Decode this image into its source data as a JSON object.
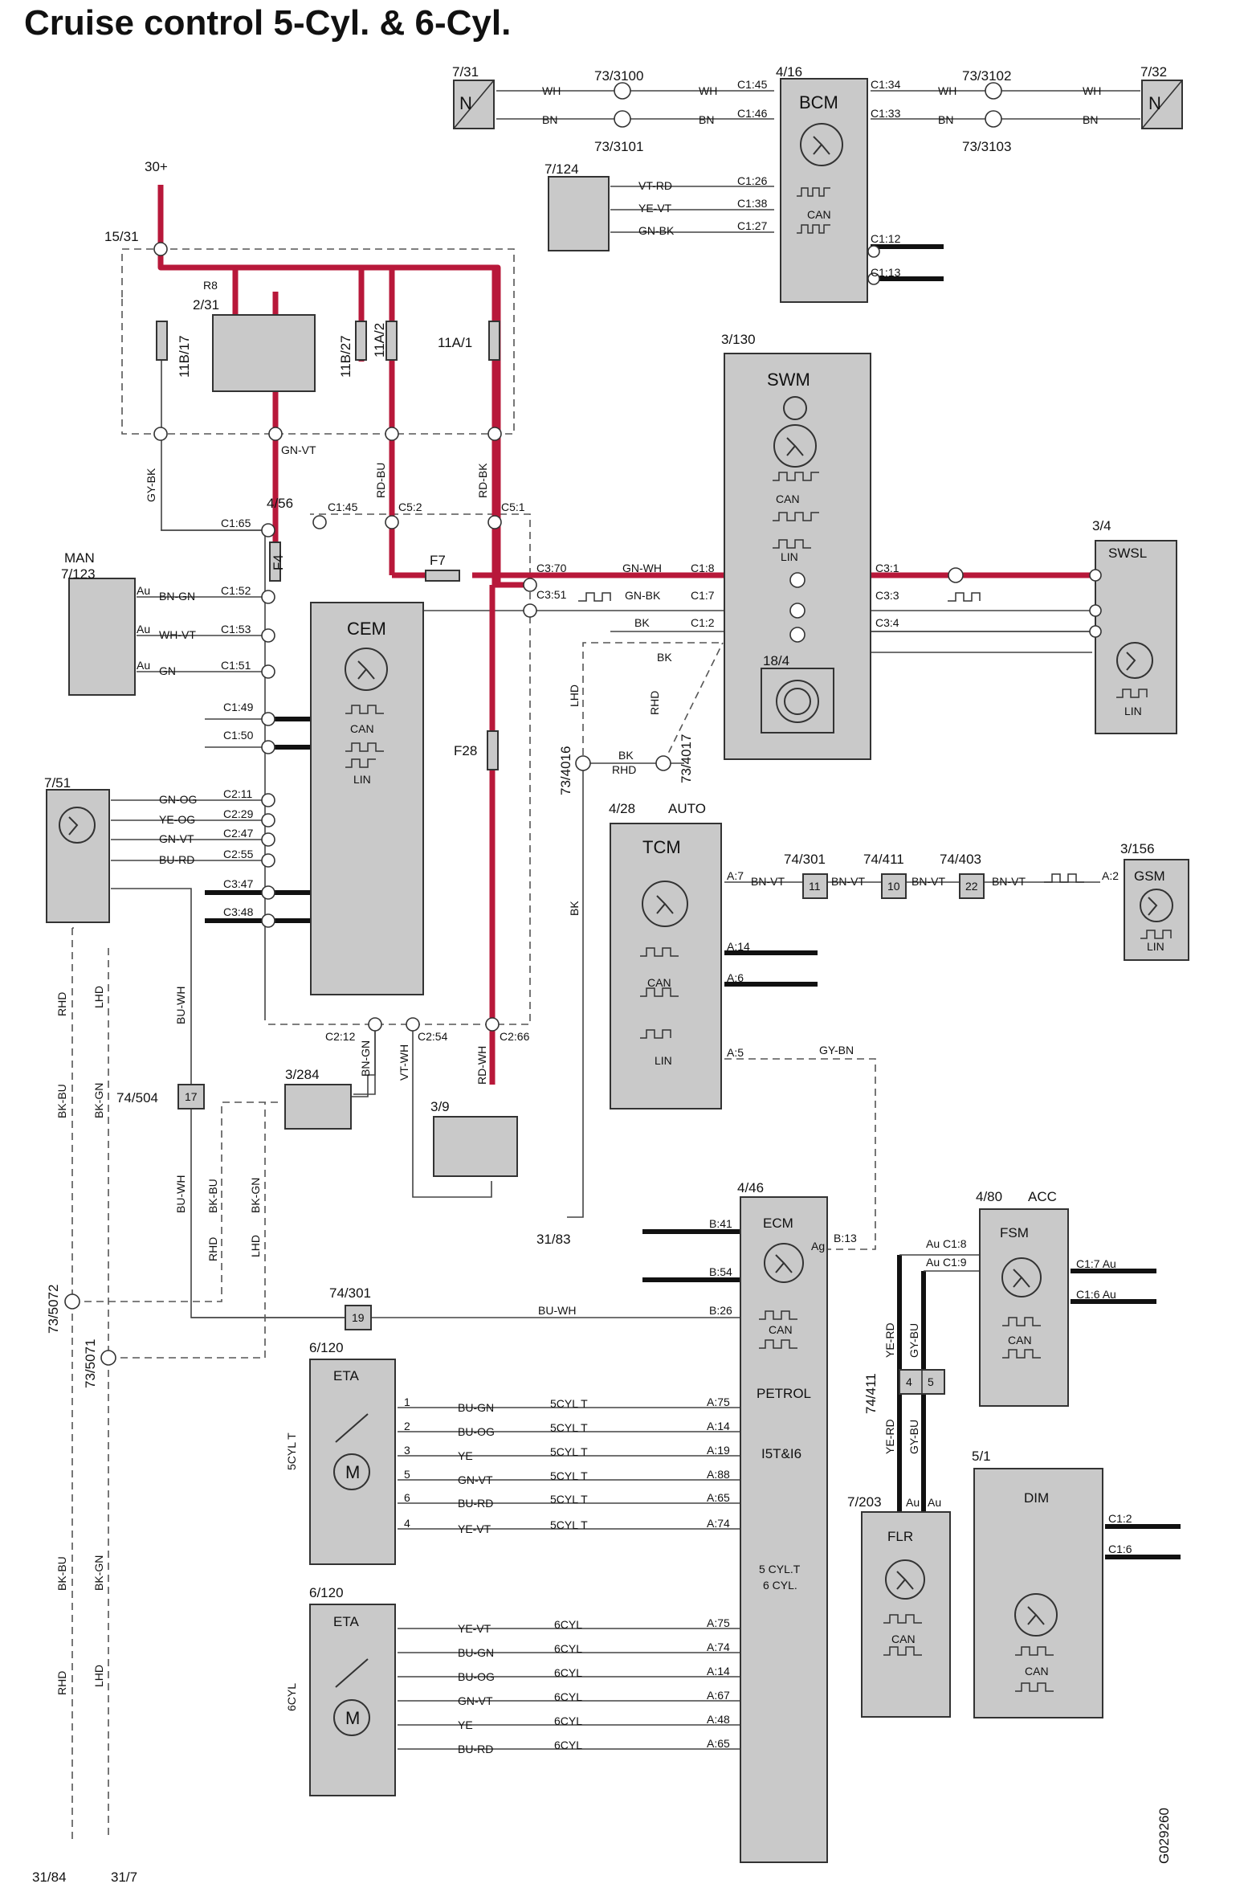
{
  "page": {
    "title": "Cruise control 5-Cyl. & 6-Cyl.",
    "figure_id": "G029260"
  },
  "modules": {
    "bcm": {
      "ref": "4/16",
      "name": "BCM",
      "bus": "CAN"
    },
    "swm": {
      "ref": "3/130",
      "name": "SWM",
      "bus1": "CAN",
      "bus2": "LIN",
      "sub": "18/4"
    },
    "swsl": {
      "ref": "3/4",
      "name": "SWSL",
      "bus": "LIN"
    },
    "cem": {
      "ref": "4/56",
      "name": "CEM",
      "bus1": "CAN",
      "bus2": "LIN"
    },
    "man": {
      "tag": "MAN",
      "ref": "7/123"
    },
    "tcm": {
      "ref": "4/28",
      "tag": "AUTO",
      "name": "TCM",
      "bus1": "CAN",
      "bus2": "LIN"
    },
    "gsm": {
      "ref": "3/156",
      "name": "GSM",
      "bus": "LIN"
    },
    "ecm": {
      "ref": "4/46",
      "name": "ECM",
      "bus": "CAN",
      "txt1": "PETROL",
      "txt2": "I5T&I6",
      "txt3": "5 CYL.T",
      "txt4": "6 CYL."
    },
    "fsm": {
      "ref": "4/80",
      "tag": "ACC",
      "name": "FSM",
      "bus": "CAN"
    },
    "flr": {
      "ref": "7/203",
      "name": "FLR",
      "bus": "CAN"
    },
    "dim": {
      "ref": "5/1",
      "name": "DIM",
      "bus": "CAN"
    },
    "eta1": {
      "ref": "6/120",
      "name": "ETA",
      "motor": "M",
      "side": "5CYL T"
    },
    "eta2": {
      "ref": "6/120",
      "name": "ETA",
      "motor": "M",
      "side": "6CYL"
    },
    "m751": {
      "ref": "7/51"
    },
    "m7124": {
      "ref": "7/124"
    },
    "n731": {
      "ref": "7/31",
      "letter": "N"
    },
    "n732": {
      "ref": "7/32",
      "letter": "N"
    },
    "s3284": {
      "ref": "3/284"
    },
    "s39": {
      "ref": "3/9"
    }
  },
  "fusebox": {
    "ref": "15/31",
    "supply": "30+",
    "relay_tag": "R8",
    "relay_ref": "2/31",
    "f11b17": "11B/17",
    "f11b27": "11B/27",
    "f11a2": "11A/2",
    "f11a1": "11A/1",
    "f4": "F4",
    "f7": "F7",
    "f28": "F28"
  },
  "splices": {
    "s3100": "73/3100",
    "s3101": "73/3101",
    "s3102": "73/3102",
    "s3103": "73/3103",
    "s4016": "73/4016",
    "s4017": "73/4017",
    "s5072": "73/5072",
    "s5071": "73/5071"
  },
  "connectors": {
    "c301a": "74/301",
    "c411a": "74/411",
    "c403": "74/403",
    "c504": "74/504",
    "c301b": "74/301",
    "c411b": "74/411",
    "n11": "11",
    "n10": "10",
    "n22": "22",
    "n17": "17",
    "n19": "19",
    "n4": "4",
    "n5": "5"
  },
  "grounds": {
    "g3183": "31/83",
    "g3184": "31/84",
    "g317": "31/7"
  },
  "wires": {
    "wh": "WH",
    "bn": "BN",
    "vtrd": "VT-RD",
    "yevt": "YE-VT",
    "gnbk": "GN-BK",
    "gnvt": "GN-VT",
    "rdbu": "RD-BU",
    "rdbk": "RD-BK",
    "gybk": "GY-BK",
    "gnwh": "GN-WH",
    "bk": "BK",
    "bngn": "BN-GN",
    "whvt": "WH-VT",
    "gn": "GN",
    "gnog": "GN-OG",
    "yeog": "YE-OG",
    "burd": "BU-RD",
    "buwh": "BU-WH",
    "bkbu": "BK-BU",
    "bkgn": "BK-GN",
    "vtwh": "VT-WH",
    "rdwh": "RD-WH",
    "bnvt": "BN-VT",
    "gybn": "GY-BN",
    "yerd": "YE-RD",
    "gybu": "GY-BU",
    "bugn": "BU-GN",
    "buog": "BU-OG",
    "ye": "YE",
    "rhd": "RHD",
    "lhd": "LHD",
    "t5": "5CYL T",
    "c6": "6CYL"
  },
  "pins": {
    "c145": "C1:45",
    "c146": "C1:46",
    "c134": "C1:34",
    "c133": "C1:33",
    "c126": "C1:26",
    "c138": "C1:38",
    "c127": "C1:27",
    "c112": "C1:12",
    "c113": "C1:13",
    "c165": "C1:65",
    "c52": "C5:2",
    "c51": "C5:1",
    "c370": "C3:70",
    "c351": "C3:51",
    "c18": "C1:8",
    "c17": "C1:7",
    "c12": "C1:2",
    "c31": "C3:1",
    "c33": "C3:3",
    "c34": "C3:4",
    "c152": "C1:52",
    "c153": "C1:53",
    "c151": "C1:51",
    "c149": "C1:49",
    "c150": "C1:50",
    "c211": "C2:11",
    "c229": "C2:29",
    "c247": "C2:47",
    "c255": "C2:55",
    "c347": "C3:47",
    "c348": "C3:48",
    "c212": "C2:12",
    "c254": "C2:54",
    "c266": "C2:66",
    "a7": "A:7",
    "a14": "A:14",
    "a6": "A:6",
    "a5": "A:5",
    "a2": "A:2",
    "b41": "B:41",
    "b54": "B:54",
    "b26": "B:26",
    "b13": "B:13",
    "a75": "A:75",
    "a19": "A:19",
    "a88": "A:88",
    "a65": "A:65",
    "a74": "A:74",
    "a67": "A:67",
    "a48": "A:48",
    "auc18": "Au C1:8",
    "auc19": "Au C1:9",
    "c17au": "C1:7 Au",
    "c16au": "C1:6 Au",
    "c12b": "C1:2",
    "c16": "C1:6",
    "au": "Au",
    "ag": "Ag",
    "p1": "1",
    "p2": "2",
    "p3": "3",
    "p4": "4",
    "p5": "5",
    "p6": "6"
  }
}
